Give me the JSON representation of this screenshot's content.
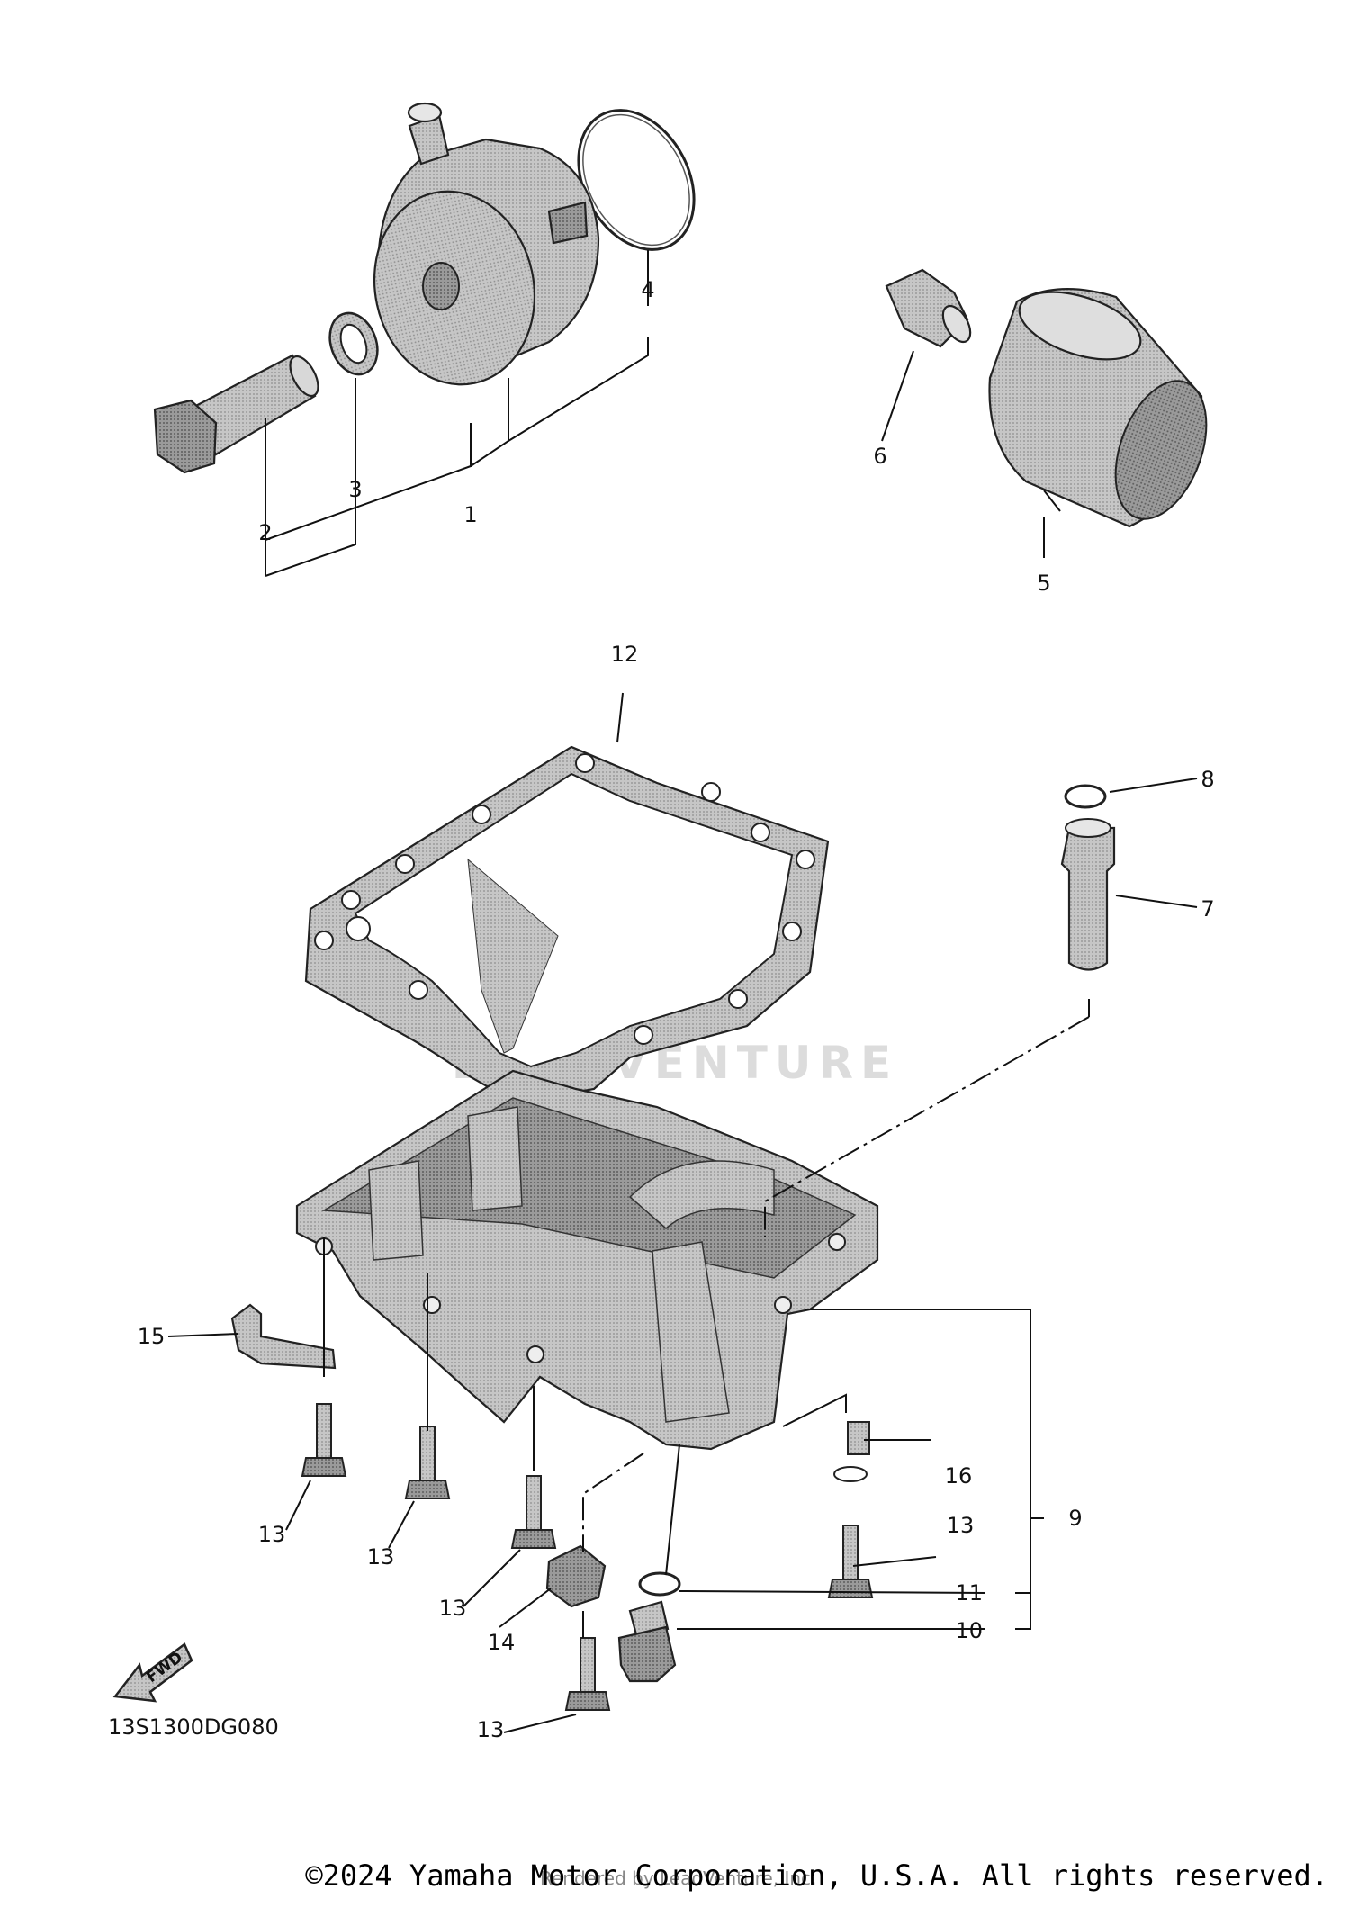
{
  "diagram": {
    "drawing_code": "13S1300DG080",
    "fwd_label": "FWD",
    "watermark": "LEADVENTURE",
    "rendered_by": "Rendered by LeadVenture, Inc.",
    "copyright": "©2024 Yamaha Motor Corporation, U.S.A. All rights reserved.",
    "callouts": {
      "p1": "1",
      "p2": "2",
      "p3": "3",
      "p4": "4",
      "p5": "5",
      "p6": "6",
      "p7": "7",
      "p8": "8",
      "p9": "9",
      "p10": "10",
      "p11": "11",
      "p12": "12",
      "p13a": "13",
      "p13b": "13",
      "p13c": "13",
      "p13d": "13",
      "p13e": "13",
      "p14": "14",
      "p15": "15",
      "p16": "16"
    }
  },
  "colors": {
    "part_fill": "#bdbdbd",
    "part_dark": "#8a8a8a",
    "line": "#111111",
    "watermark": "#d9d9d9"
  }
}
